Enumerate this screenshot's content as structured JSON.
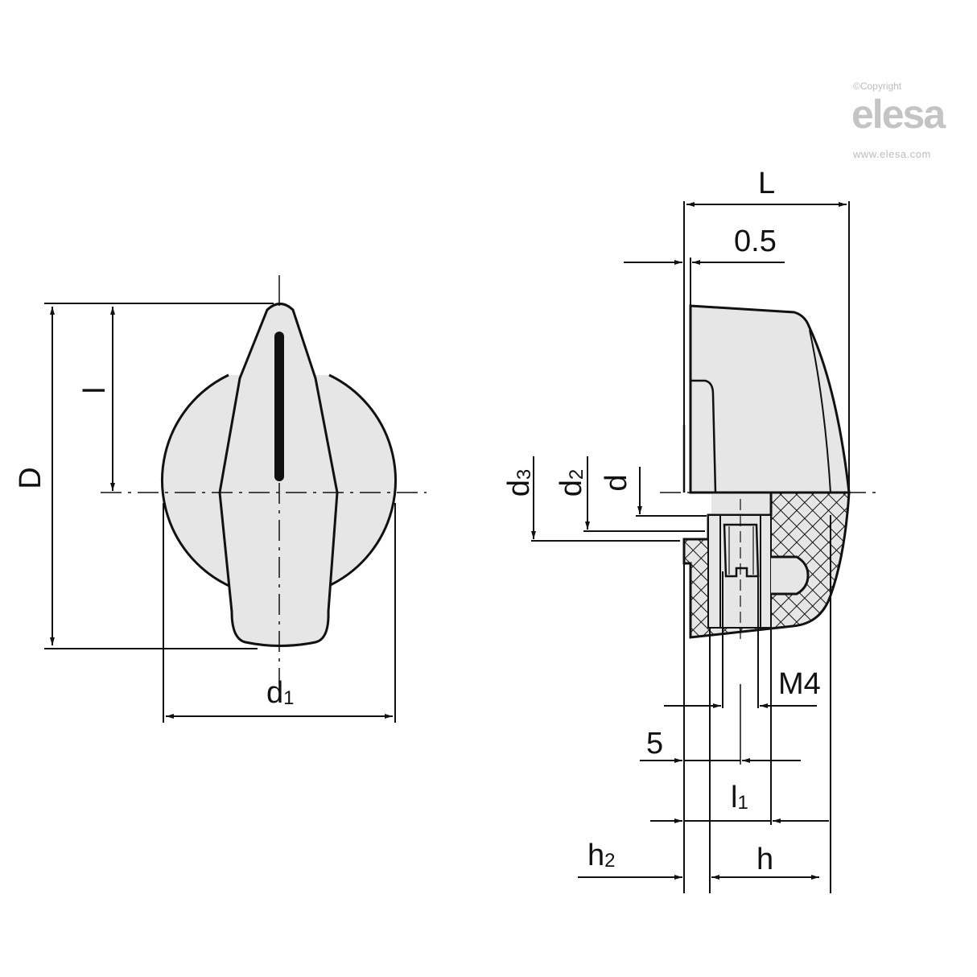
{
  "watermark": {
    "copyright": "©Copyright",
    "brand": "elesa",
    "url": "www.elesa.com"
  },
  "front_view": {
    "labels": {
      "D": "D",
      "l": "l",
      "d1_main": "d",
      "d1_sub": "1"
    }
  },
  "side_view": {
    "labels": {
      "L": "L",
      "gap": "0.5",
      "d3_main": "d",
      "d3_sub": "3",
      "d2_main": "d",
      "d2_sub": "2",
      "d": "d",
      "thread": "M4",
      "five": "5",
      "l1_main": "l",
      "l1_sub": "1",
      "h2_main": "h",
      "h2_sub": "2",
      "h": "h"
    }
  },
  "colors": {
    "line": "#111111",
    "fill": "#e6e6e6",
    "watermark": "#c0c0c0"
  }
}
